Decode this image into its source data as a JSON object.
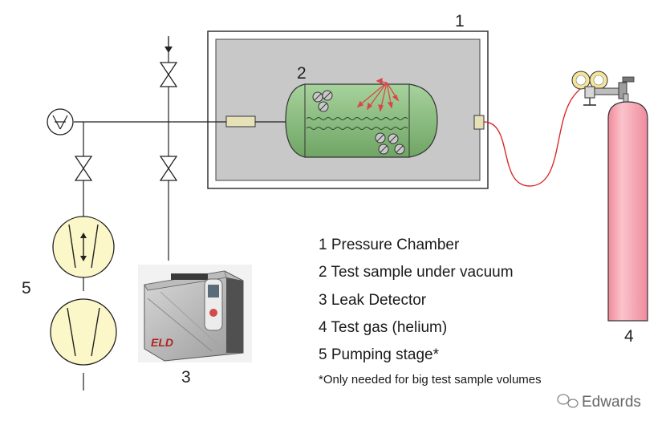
{
  "callouts": {
    "chamber": "1",
    "sample": "2",
    "detector": "3",
    "cylinder": "4",
    "pumps": "5"
  },
  "legend": {
    "items": [
      "1 Pressure Chamber",
      "2 Test sample under vacuum",
      "3 Leak Detector",
      "4 Test gas (helium)",
      "5 Pumping stage*"
    ],
    "footnote": "*Only needed for big test sample volumes"
  },
  "detector_brand": "ELD",
  "watermark": "Edwards",
  "colors": {
    "chamber_fill": "#c8c8c8",
    "sample_fill": "#8fbf85",
    "pump_fill": "#fbf7c8",
    "cylinder_fill": "#f7a7b4",
    "gas_line": "#d92b2b",
    "helium_arrows": "#d9474a",
    "pipe": "#222222"
  }
}
